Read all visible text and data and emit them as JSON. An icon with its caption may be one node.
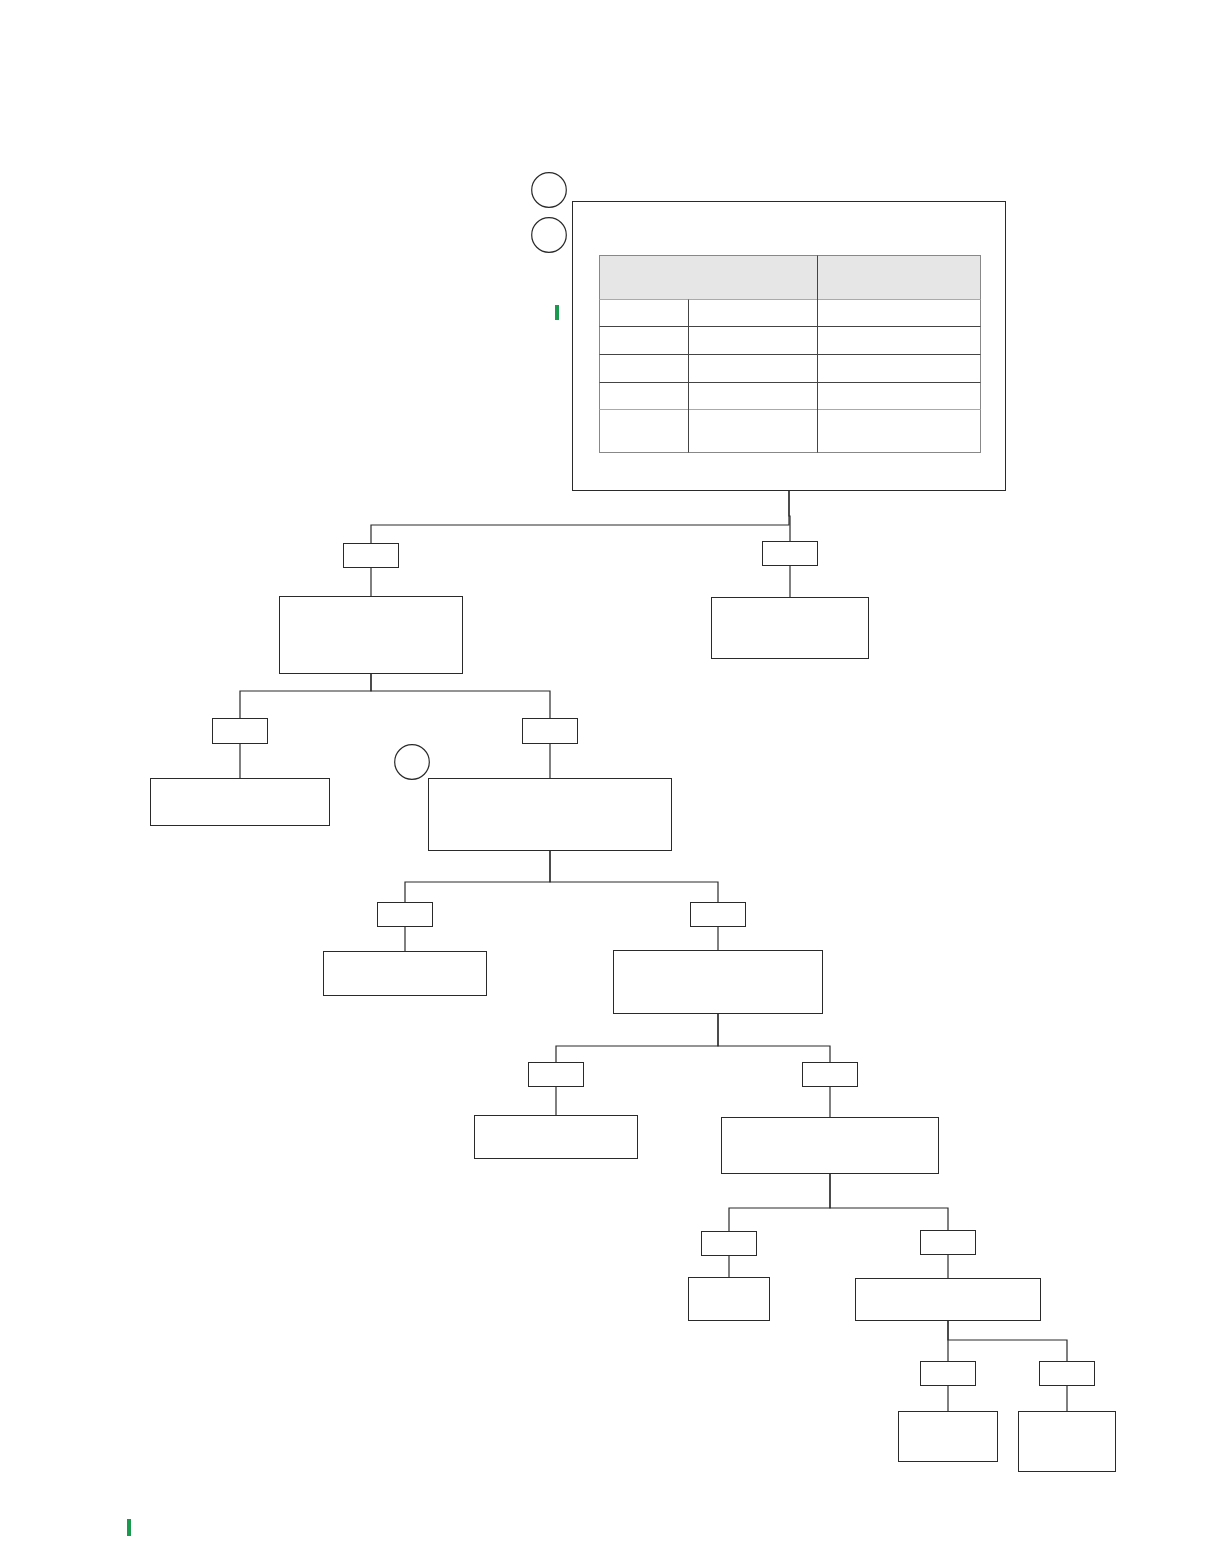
{
  "diagram": {
    "nodes": [
      {
        "text": [],
        "shape": "circle"
      },
      {
        "text": [],
        "shape": "circle"
      },
      {
        "text": [],
        "shape": "box"
      },
      {
        "text": [],
        "shape": "box"
      },
      {
        "text": [],
        "shape": "box"
      },
      {
        "text": [],
        "shape": "box"
      },
      {
        "text": [],
        "shape": "box"
      },
      {
        "text": [],
        "shape": "box"
      },
      {
        "text": [],
        "shape": "box"
      },
      {
        "text": [],
        "shape": "circle"
      },
      {
        "text": [],
        "shape": "box"
      },
      {
        "text": [],
        "shape": "box"
      },
      {
        "text": [],
        "shape": "box"
      },
      {
        "text": [],
        "shape": "box"
      },
      {
        "text": [],
        "shape": "box"
      },
      {
        "text": [],
        "shape": "box"
      },
      {
        "text": [],
        "shape": "box"
      },
      {
        "text": [],
        "shape": "box"
      },
      {
        "text": [],
        "shape": "box"
      },
      {
        "text": [],
        "shape": "box"
      },
      {
        "text": [],
        "shape": "box"
      },
      {
        "text": [],
        "shape": "box"
      },
      {
        "text": [],
        "shape": "box"
      },
      {
        "text": [],
        "shape": "box"
      },
      {
        "text": [],
        "shape": "box"
      },
      {
        "text": [],
        "shape": "box"
      },
      {
        "text": [],
        "shape": "box"
      },
      {
        "text": [],
        "shape": "box"
      }
    ],
    "edges": [
      {
        "from": 2,
        "to": 3,
        "arrow": "none"
      },
      {
        "from": 2,
        "to": 4,
        "arrow": "none"
      },
      {
        "from": 3,
        "to": 5,
        "arrow": "none"
      },
      {
        "from": 4,
        "to": 6,
        "arrow": "none"
      },
      {
        "from": 5,
        "to": 7,
        "arrow": "none"
      },
      {
        "from": 5,
        "to": 8,
        "arrow": "none"
      },
      {
        "from": 7,
        "to": 10,
        "arrow": "none"
      },
      {
        "from": 8,
        "to": 11,
        "arrow": "none"
      },
      {
        "from": 11,
        "to": 12,
        "arrow": "none"
      },
      {
        "from": 11,
        "to": 13,
        "arrow": "none"
      },
      {
        "from": 12,
        "to": 14,
        "arrow": "none"
      },
      {
        "from": 13,
        "to": 15,
        "arrow": "none"
      },
      {
        "from": 15,
        "to": 16,
        "arrow": "none"
      },
      {
        "from": 15,
        "to": 17,
        "arrow": "none"
      },
      {
        "from": 16,
        "to": 18,
        "arrow": "none"
      },
      {
        "from": 17,
        "to": 19,
        "arrow": "none"
      },
      {
        "from": 19,
        "to": 20,
        "arrow": "none"
      },
      {
        "from": 19,
        "to": 21,
        "arrow": "none"
      },
      {
        "from": 20,
        "to": 22,
        "arrow": "none"
      },
      {
        "from": 21,
        "to": 23,
        "arrow": "none"
      },
      {
        "from": 23,
        "to": 24,
        "arrow": "none"
      },
      {
        "from": 23,
        "to": 25,
        "arrow": "none"
      },
      {
        "from": 24,
        "to": 26,
        "arrow": "none"
      },
      {
        "from": 25,
        "to": 27,
        "arrow": "none"
      }
    ]
  }
}
